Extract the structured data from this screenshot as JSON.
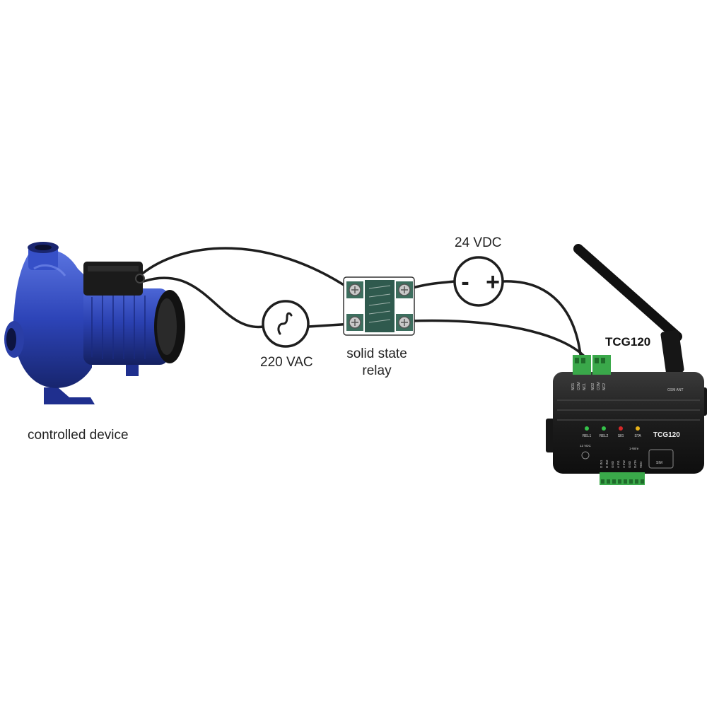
{
  "labels": {
    "controlled_device": "controlled device",
    "ac_source": "220 VAC",
    "dc_source": "24 VDC",
    "dc_minus": "-",
    "dc_plus": "+",
    "relay_line1": "solid state",
    "relay_line2": "relay",
    "device_name": "TCG120"
  },
  "module": {
    "name": "TCG120",
    "antenna_label": "GSM ANT",
    "leds": [
      "REL1",
      "REL2",
      "SIG",
      "STA"
    ],
    "power_label": "12 VDC",
    "sim_label": "SIM",
    "bus_label": "1-Wire",
    "top_terminals": [
      "NO1",
      "COM",
      "NC1",
      "NO2",
      "COM",
      "NC2"
    ],
    "bottom_terminals": [
      "D IN1",
      "D IN2",
      "GND",
      "A IN1",
      "A IN2",
      "GND",
      "DATA",
      "VDD"
    ]
  },
  "colors": {
    "wire": "#1e1e1e",
    "pump_body": "#2d44b8",
    "module_body": "#1c1c1c",
    "terminal": "#3aa84a",
    "relay_body": "#2f5a4e",
    "led_green": "#35c24a",
    "led_red": "#d62828",
    "led_yellow": "#e8b21a"
  }
}
